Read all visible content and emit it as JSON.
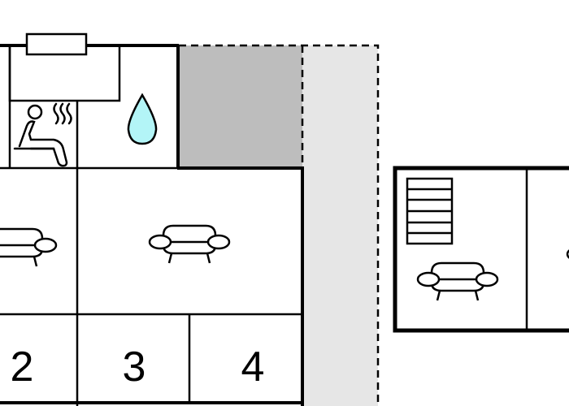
{
  "floorplan": {
    "room_numbers": [
      "2",
      "3",
      "4"
    ],
    "icons": [
      "sauna-icon",
      "water-drop-icon",
      "armchair-icon",
      "staircase-icon",
      "window-icon"
    ],
    "colors": {
      "wall": "#000000",
      "terrace_dark": "#bdbdbd",
      "terrace_light": "#e6e6e6",
      "water": "#b3f5f7"
    }
  }
}
